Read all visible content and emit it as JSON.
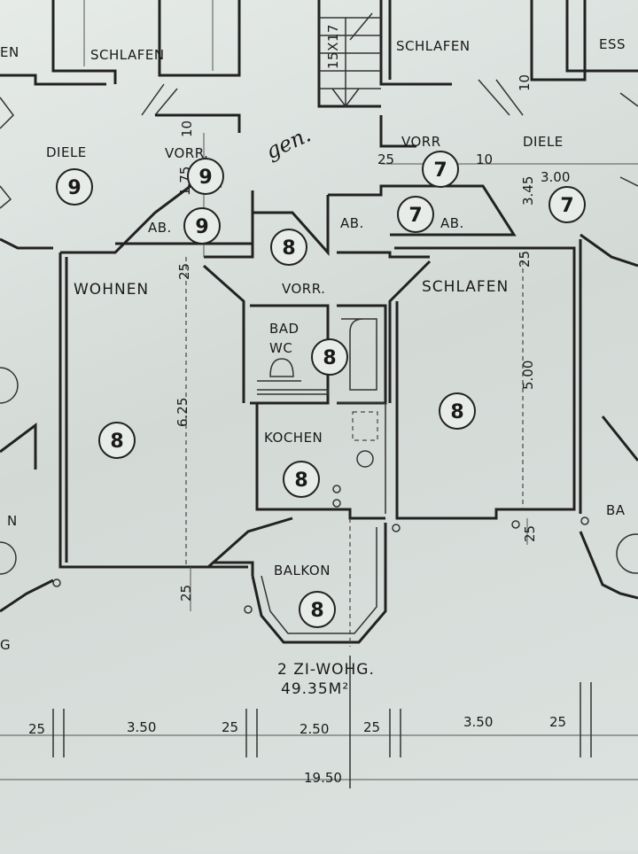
{
  "rooms": {
    "wohnen": "WOHNEN",
    "vorr": "VORR.",
    "schlafen": "SCHLAFEN",
    "bad": "BAD",
    "wc": "WC",
    "kochen": "KOCHEN",
    "balkon": "BALKON"
  },
  "neighbor_rooms": {
    "schlafen_left": "SCHLAFEN",
    "schlafen_right": "SCHLAFEN",
    "diele_left": "DIELE",
    "diele_right": "DIELE",
    "vorr_left": "VORR.",
    "vorr_right": "VORR",
    "ab_left": "AB.",
    "ab_mid": "AB.",
    "ab_right": "AB.",
    "ess": "ESS",
    "edge_en": "EN",
    "edge_n": "N",
    "edge_g": "G",
    "edge_ba": "BA",
    "stair": "15X17"
  },
  "unit": {
    "type": "2 ZI-WOHG.",
    "area": "49.35M²"
  },
  "handwriting": "gen.",
  "markers": {
    "m9_diele": "9",
    "m9_vorr": "9",
    "m9_ab": "9",
    "m7_vorr": "7",
    "m7_ab": "7",
    "m7_diele": "7",
    "m8_vorr": "8",
    "m8_wohnen": "8",
    "m8_bad": "8",
    "m8_schlafen": "8",
    "m8_kochen": "8",
    "m8_balkon": "8"
  },
  "dimensions": {
    "bottom": [
      "25",
      "3.50",
      "25",
      "2.50",
      "25",
      "3.50",
      "25"
    ],
    "total": "19.50",
    "wohnen_height": "6.25",
    "schlafen_height": "5.00",
    "d25_wohnen_top": "25",
    "d25_wohnen_bottom": "25",
    "d25_schlafen_top": "25",
    "d25_schlafen_bottom": "25",
    "d175": "1.75",
    "d10_left": "10",
    "d10_right_v": "10",
    "d10_right_h": "10",
    "d25_vorr": "25",
    "d345": "3.45",
    "d300": "3.00"
  },
  "colors": {
    "line": "#222222",
    "paper": "#dfe4e1"
  }
}
